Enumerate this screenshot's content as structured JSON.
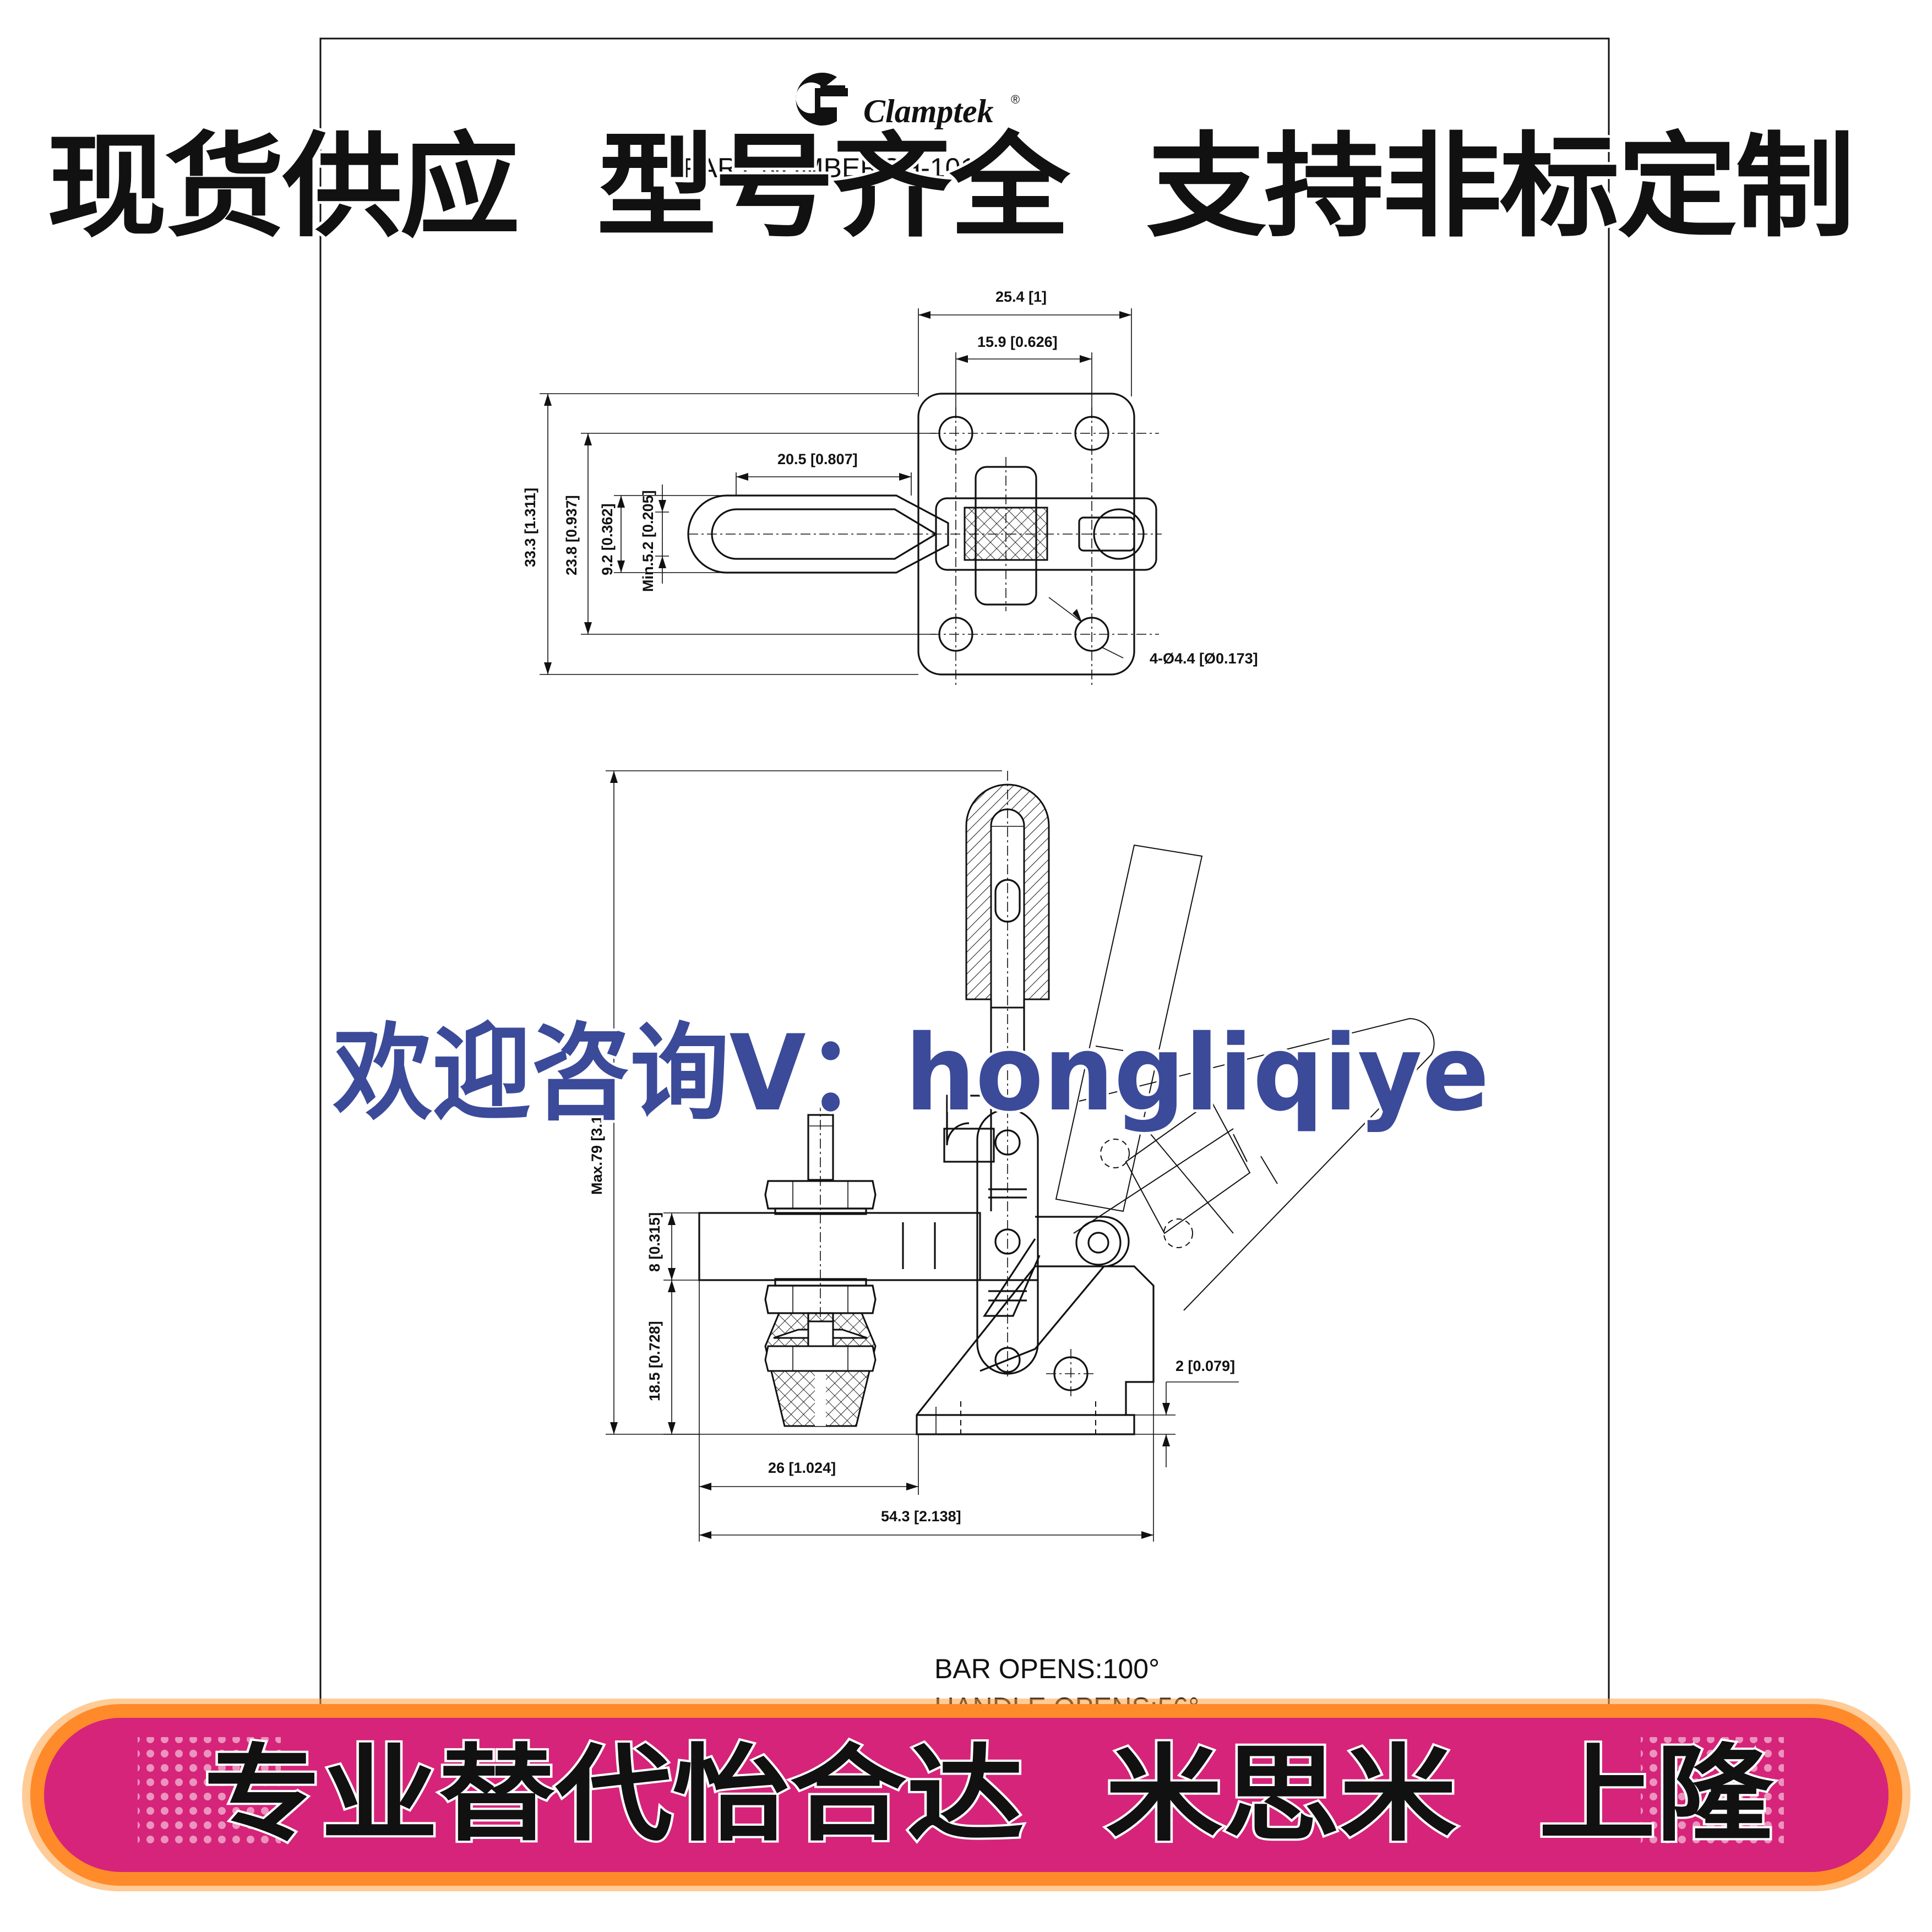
{
  "brand": {
    "logo_text": "Clamptek",
    "registered_mark": "®"
  },
  "drawing": {
    "part_number_label": "PART NUMBER:",
    "part_number_value": "CH-101",
    "notes": [
      "BAR OPENS:100°",
      "HANDLE OPENS:56°"
    ],
    "top_view_dimensions": {
      "width_outer": "25.4 [1]",
      "width_holes": "15.9 [0.626]",
      "handle_length": "20.5 [0.807]",
      "height_outer": "33.3 [1.311]",
      "height_holes": "23.8 [0.937]",
      "slot_width": "9.2 [0.362]",
      "min_opening": "Min.5.2 [0.205]",
      "holes": "4-Ø4.4 [Ø0.173]"
    },
    "side_view_dimensions": {
      "max_height": "Max.79 [3.11]",
      "bar_thickness": "8 [0.315]",
      "bar_height": "18.5 [0.728]",
      "base_thickness": "2 [0.079]",
      "spindle_reach": "26 [1.024]",
      "overall_length": "54.3 [2.138]"
    }
  },
  "overlays": {
    "top_banner": "现货供应  型号齐全  支持非标定制",
    "middle_banner": "欢迎咨询V：hongliqiye",
    "bottom_banner": "专业替代怡合达  米思米  上隆"
  },
  "colors": {
    "bottom_banner_fill": "#d6247a",
    "bottom_banner_glow": "#ff8a2a",
    "middle_text": "#3b4a99"
  }
}
